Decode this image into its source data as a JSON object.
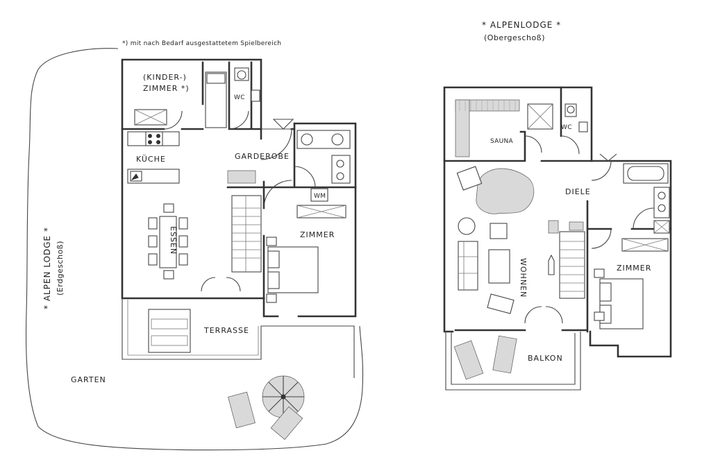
{
  "ground_floor": {
    "title": "* ALPEN LODGE *",
    "subtitle": "(Erdgeschoß)",
    "note": "*) mit nach Bedarf ausgestattetem Spielbereich",
    "rooms": {
      "kinder_1": "(KINDER-)",
      "kinder_2": "ZIMMER *)",
      "wc": "WC",
      "kueche": "KÜCHE",
      "garderobe": "GARDEROBE",
      "wm": "WM",
      "essen": "ESSEN",
      "zimmer": "ZIMMER",
      "terrasse": "TERRASSE",
      "garten": "GARTEN"
    }
  },
  "upper_floor": {
    "title": "* ALPENLODGE *",
    "subtitle": "(Obergeschoß)",
    "rooms": {
      "sauna": "SAUNA",
      "wc": "WC",
      "diele": "DIELE",
      "wohnen": "WOHNEN",
      "zimmer": "ZIMMER",
      "balkon": "BALKON"
    }
  }
}
